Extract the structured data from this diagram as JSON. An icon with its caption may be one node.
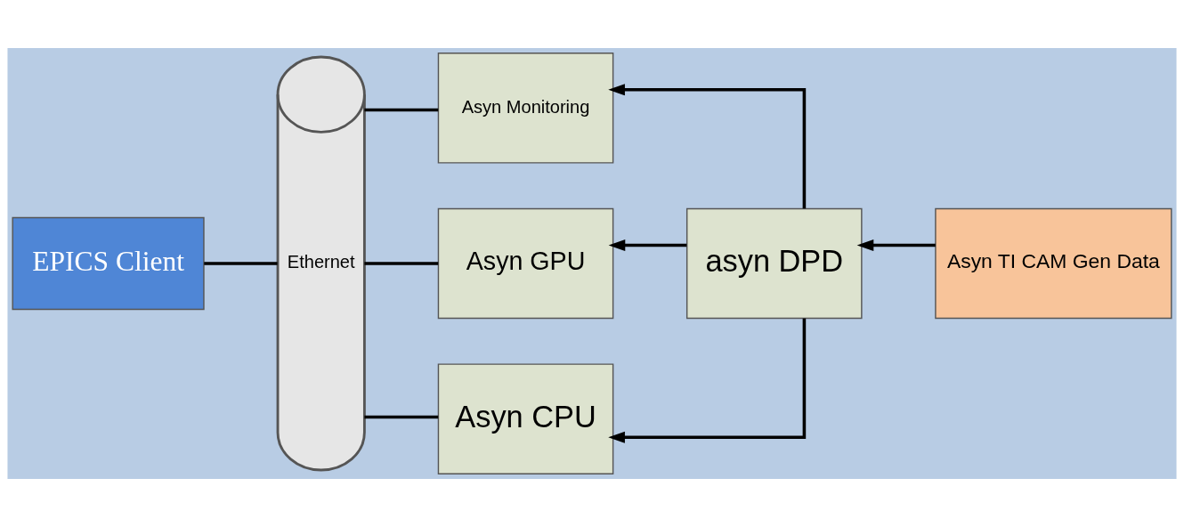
{
  "diagram": {
    "nodes": [
      {
        "text": [
          "EPICS Client"
        ]
      },
      {
        "text": [
          "Ethernet"
        ]
      },
      {
        "text": [
          "Asyn Monitoring"
        ]
      },
      {
        "text": [
          "Asyn GPU"
        ]
      },
      {
        "text": [
          "Asyn CPU"
        ]
      },
      {
        "text": [
          "asyn DPD"
        ]
      },
      {
        "text": [
          "Asyn TI CAM Gen Data"
        ]
      }
    ],
    "edges": [
      {
        "from": 0,
        "to": 1,
        "arrow": "none"
      },
      {
        "from": 1,
        "to": 2,
        "arrow": "none"
      },
      {
        "from": 1,
        "to": 3,
        "arrow": "none"
      },
      {
        "from": 1,
        "to": 4,
        "arrow": "none"
      },
      {
        "from": 6,
        "to": 5,
        "arrow": "to"
      },
      {
        "from": 5,
        "to": 2,
        "arrow": "to"
      },
      {
        "from": 5,
        "to": 3,
        "arrow": "to"
      },
      {
        "from": 5,
        "to": 4,
        "arrow": "to"
      }
    ]
  }
}
